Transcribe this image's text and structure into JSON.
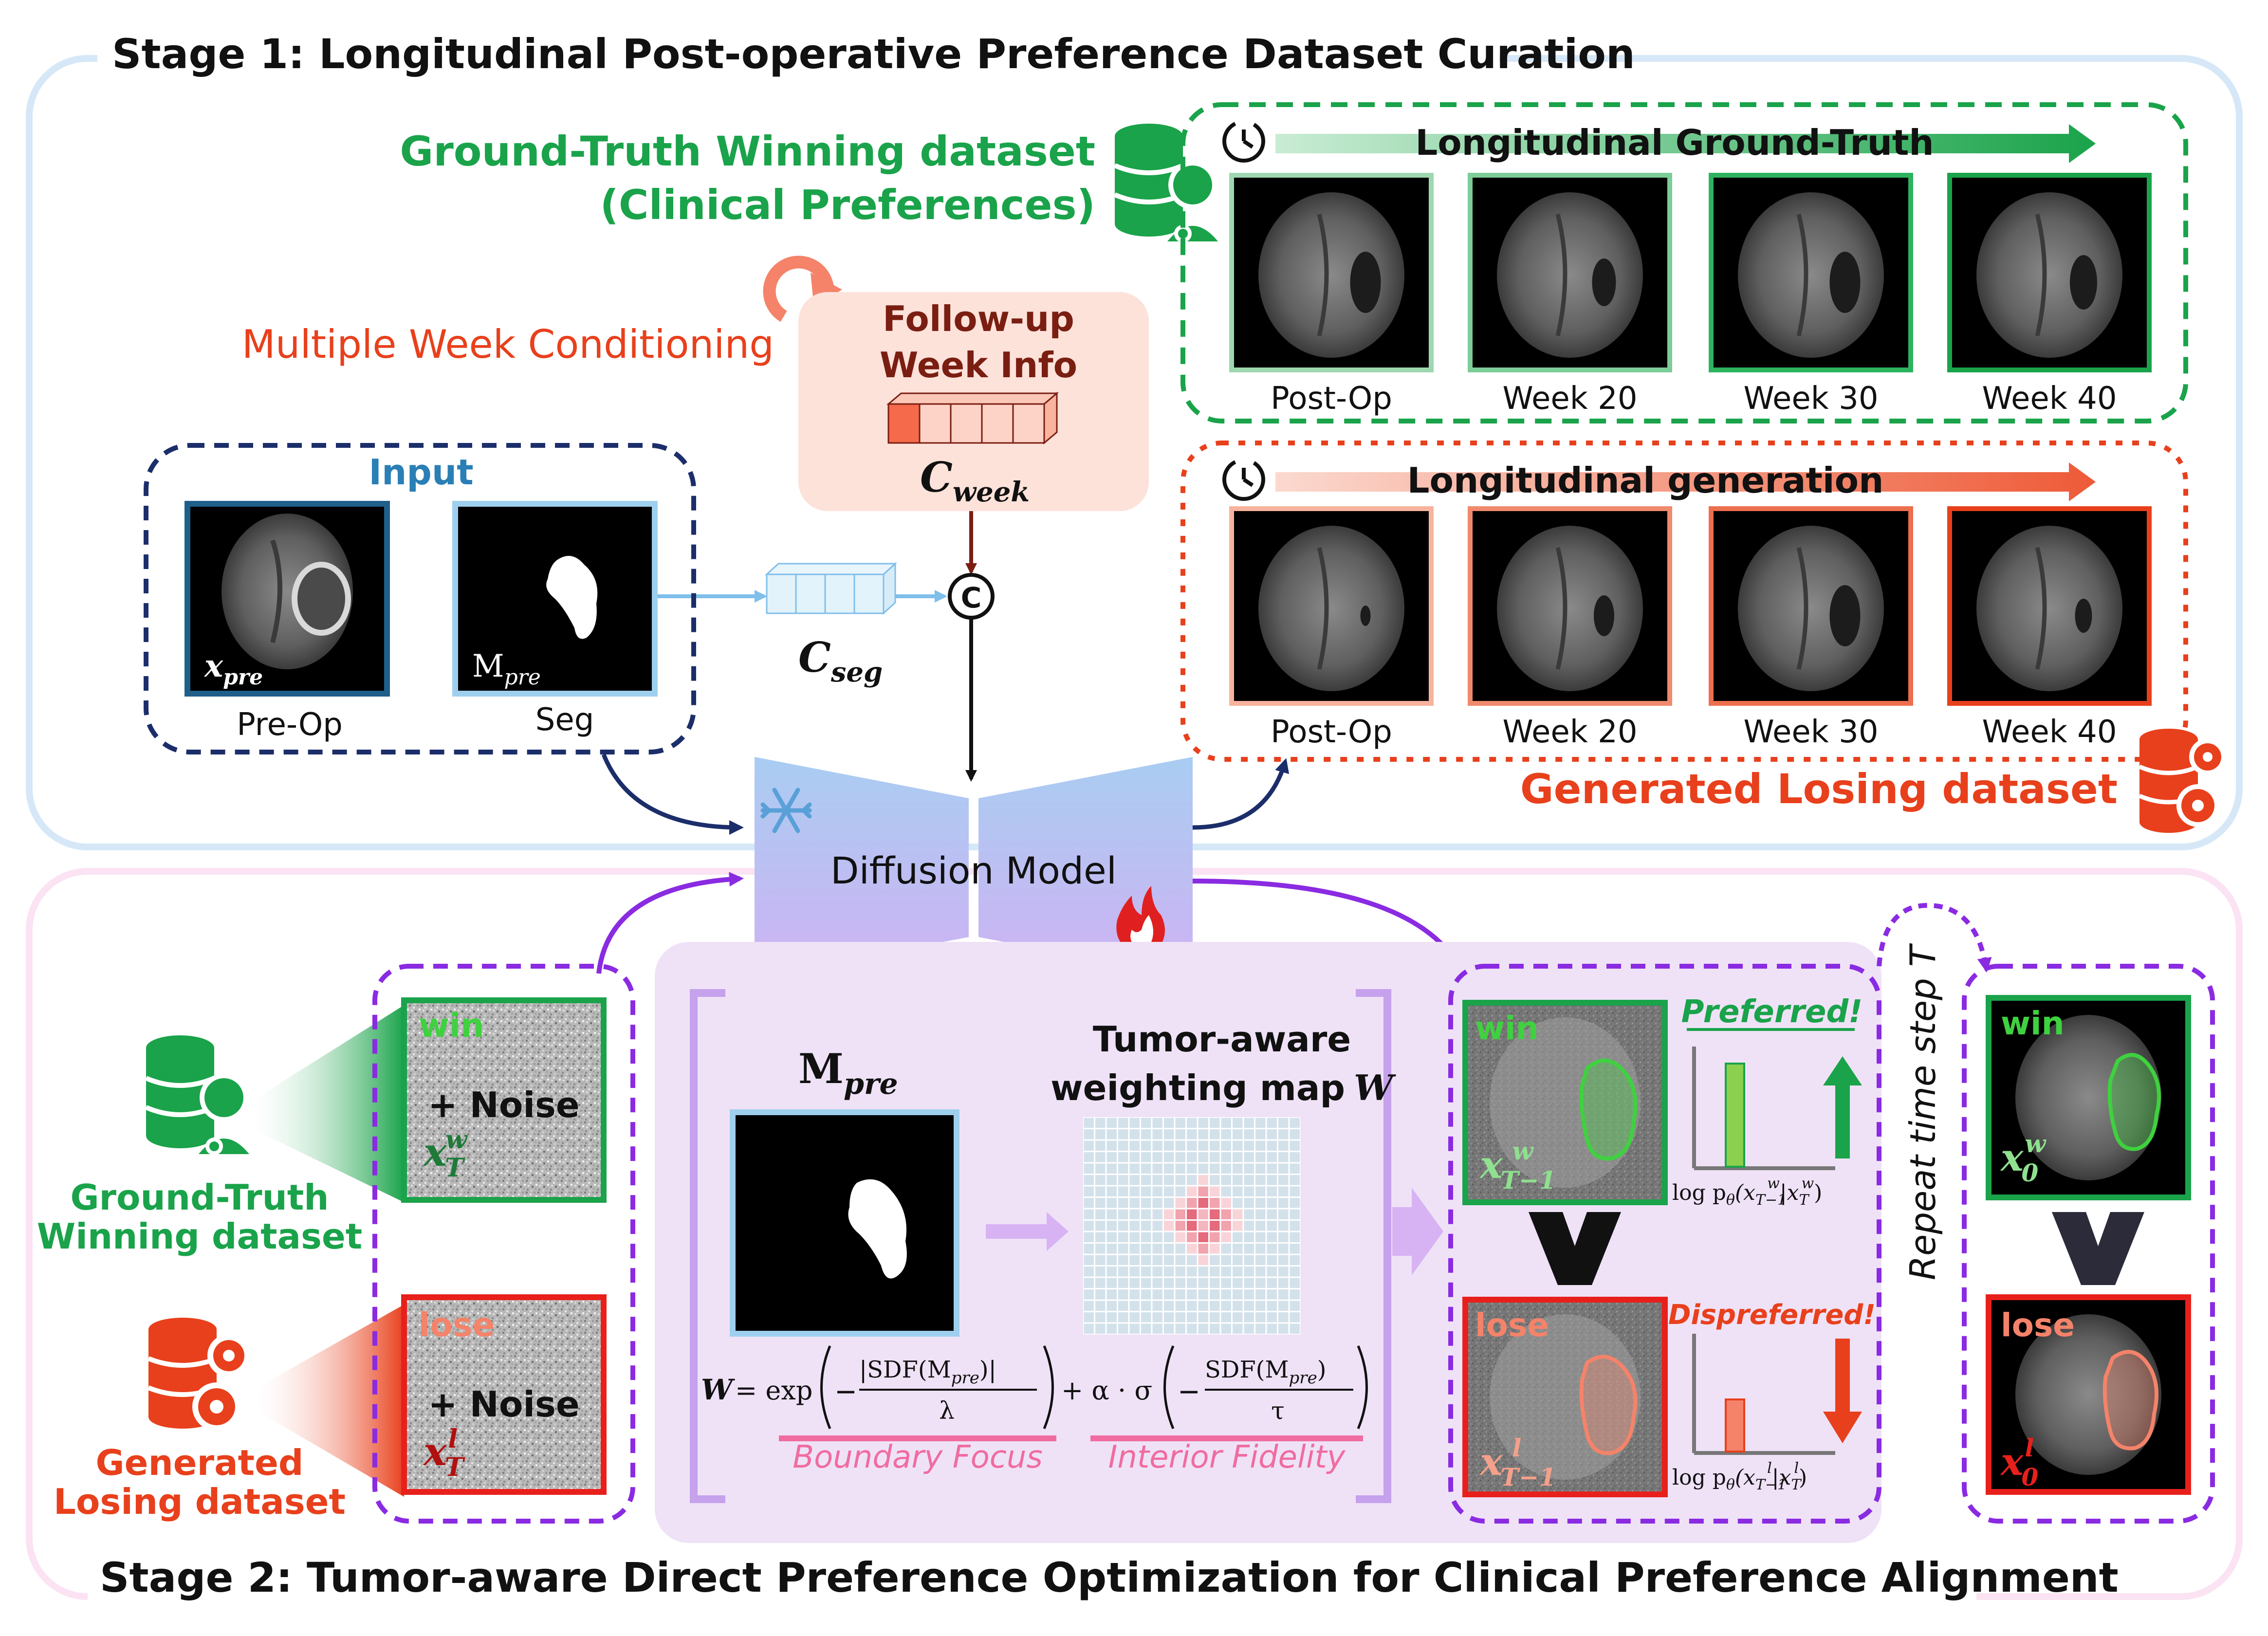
{
  "stage1": {
    "title": "Stage 1: Longitudinal Post-operative Preference Dataset Curation"
  },
  "stage2": {
    "title": "Stage 2: Tumor-aware Direct Preference Optimization for Clinical Preference Alignment"
  },
  "gt_dataset": {
    "line1": "Ground-Truth Winning dataset",
    "line2": "(Clinical Preferences)"
  },
  "gt_panel": {
    "title": "Longitudinal Ground-Truth",
    "labels": [
      "Post-Op",
      "Week 20",
      "Week 30",
      "Week 40"
    ]
  },
  "gen_panel": {
    "title": "Longitudinal generation",
    "labels": [
      "Post-Op",
      "Week 20",
      "Week 30",
      "Week 40"
    ]
  },
  "gen_dataset": {
    "label": "Generated Losing dataset"
  },
  "conditioning": {
    "label": "Multiple Week Conditioning",
    "followup_line1": "Follow-up",
    "followup_line2": "Week Info",
    "c_week": "C",
    "c_week_sub": "week",
    "c_seg": "C",
    "c_seg_sub": "seg",
    "concat": "C"
  },
  "input": {
    "title": "Input",
    "pre_label": "Pre-Op",
    "seg_label": "Seg",
    "x_pre": "x",
    "x_pre_sub": "pre",
    "m_pre": "M",
    "m_pre_sub": "pre"
  },
  "model": {
    "label": "Diffusion Model"
  },
  "left": {
    "gt_line1": "Ground-Truth",
    "gt_line2": "Winning dataset",
    "gen_line1": "Generated",
    "gen_line2": "Losing dataset",
    "win": "win",
    "lose": "lose",
    "noise": "+ Noise",
    "xtw": "x",
    "xtw_sub": "T",
    "xtw_sup": "w",
    "xtl": "x",
    "xtl_sub": "T",
    "xtl_sup": "l"
  },
  "center": {
    "mpre": "M",
    "mpre_sub": "pre",
    "wmap_line1": "Tumor-aware",
    "wmap_line2": "weighting map",
    "wmap_var": "W",
    "formula_w": "W",
    "formula_eq": "= exp",
    "formula_sdf1": "|SDF(M",
    "formula_sdf1_sub": "pre",
    "formula_sdf1_end": ")|",
    "formula_lambda": "λ",
    "formula_plus": "+ α · σ",
    "formula_sdf2": "SDF(M",
    "formula_sdf2_sub": "pre",
    "formula_sdf2_end": ")",
    "formula_tau": "τ",
    "boundary": "Boundary Focus",
    "interior": "Interior Fidelity"
  },
  "right": {
    "win": "win",
    "lose": "lose",
    "preferred": "Preferred!",
    "dispreferred": "Dispreferred!",
    "x_w": "x",
    "x_w_sub": "T−1",
    "x_w_sup": "w",
    "x_l": "x",
    "x_l_sub": "T−1",
    "x_l_sup": "l",
    "logp_w": "log p",
    "logp_w_theta": "θ",
    "logp_w_arg": "(x",
    "logp_w_arg_sub": "T−1",
    "logp_w_arg_sup": "w",
    "logp_w_cond": "|x",
    "logp_w_cond_sub": "T",
    "logp_w_cond_sup": "w",
    "logp_w_close": ")",
    "logp_l": "log p",
    "logp_l_theta": "θ",
    "logp_l_arg": "(x",
    "logp_l_arg_sub": "T−1",
    "logp_l_arg_sup": "l",
    "logp_l_cond": "|x",
    "logp_l_cond_sub": "T",
    "logp_l_cond_sup": "l",
    "logp_l_close": ")",
    "gt_symbol": "V",
    "repeat": "Repeat time step T",
    "final_win": "win",
    "final_lose": "lose",
    "x0w": "x",
    "x0w_sub": "0",
    "x0w_sup": "w",
    "x0l": "x",
    "x0l_sub": "0",
    "x0l_sup": "l"
  },
  "colors": {
    "green": "#1aa34a",
    "red": "#e8401c",
    "navy": "#1c2e6a",
    "purple": "#8a2be2",
    "lightblue": "#d6e8f7",
    "pink": "#fbe3f3",
    "brown": "#7a1e12"
  },
  "icons": [
    "clock-icon",
    "doctor-database-icon",
    "gear-database-icon",
    "snowflake-icon",
    "fire-icon",
    "arrow-right-icon",
    "concat-icon"
  ]
}
